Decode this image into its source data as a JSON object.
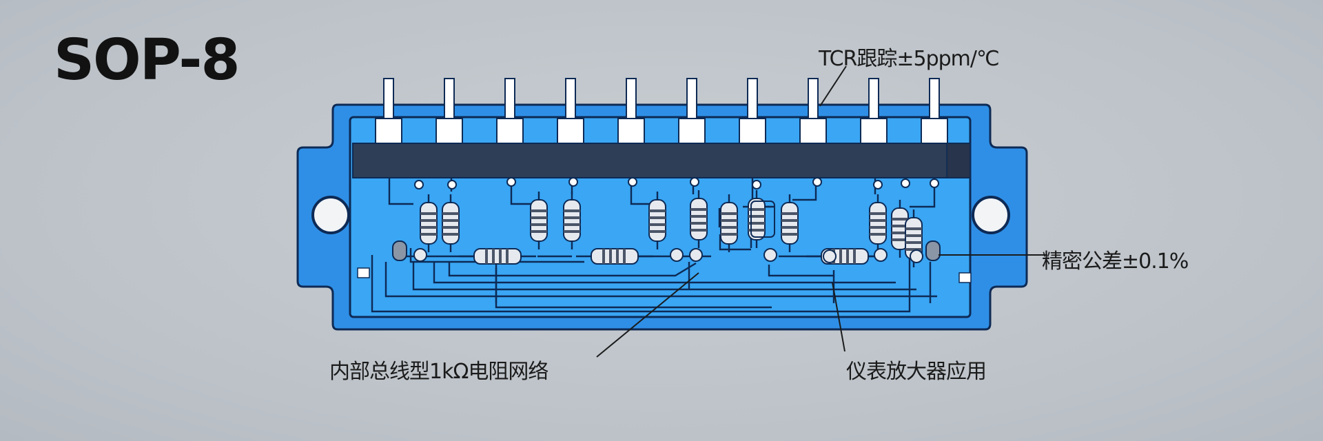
{
  "title": "SOP-8",
  "callouts": {
    "tcr": "TCR跟踪±5ppm/℃",
    "tolerance": "精密公差±0.1%",
    "network": "内部总线型1kΩ电阻网络",
    "application": "仪表放大器应用"
  },
  "colors": {
    "background": "#bfc4ca",
    "package_outer": "#2f8fe6",
    "package_inner": "#3aa6f4",
    "outline": "#0d2a55",
    "bus_bar": "#2f3e57",
    "pin": "#ffffff"
  },
  "components": {
    "pin_count": 10,
    "resistor_count": 17,
    "mounting_holes": 2
  }
}
